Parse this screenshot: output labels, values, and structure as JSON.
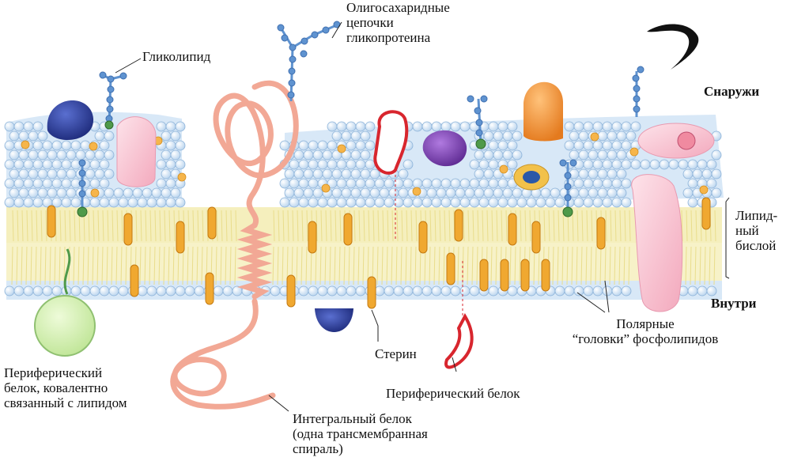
{
  "labels": {
    "oligosaccharide": "Олигосахаридные\nцепочки\nгликопротеина",
    "glycolipid": "Гликолипид",
    "outside": "Снаружи",
    "inside": "Внутри",
    "bilayer": "Липид-\nный\nбислой",
    "polar_heads": "Полярные\n“головки” фосфолипидов",
    "sterol": "Стерин",
    "peripheral_protein": "Периферический белок",
    "peripheral_lipid_protein": "Периферический\nбелок, ковалентно\nсвязанный с липидом",
    "integral_protein": "Интегральный белок\n(одна трансмембранная\nспираль)"
  },
  "colors": {
    "lipid_head": "#cfe3f6",
    "lipid_head_stroke": "#7fa8d1",
    "tail_zone": "#f5efbd",
    "sterol": "#f0a830",
    "integral_protein": "#f6b5a6",
    "glycan": "#5f93d0",
    "navy_protein": "#2b3d9c",
    "purple_protein": "#7a3fb0",
    "orange_protein": "#f39a3a",
    "pink_protein": "#f6bccb",
    "red_protein": "#d8262e",
    "green_protein": "#cdeea6"
  }
}
